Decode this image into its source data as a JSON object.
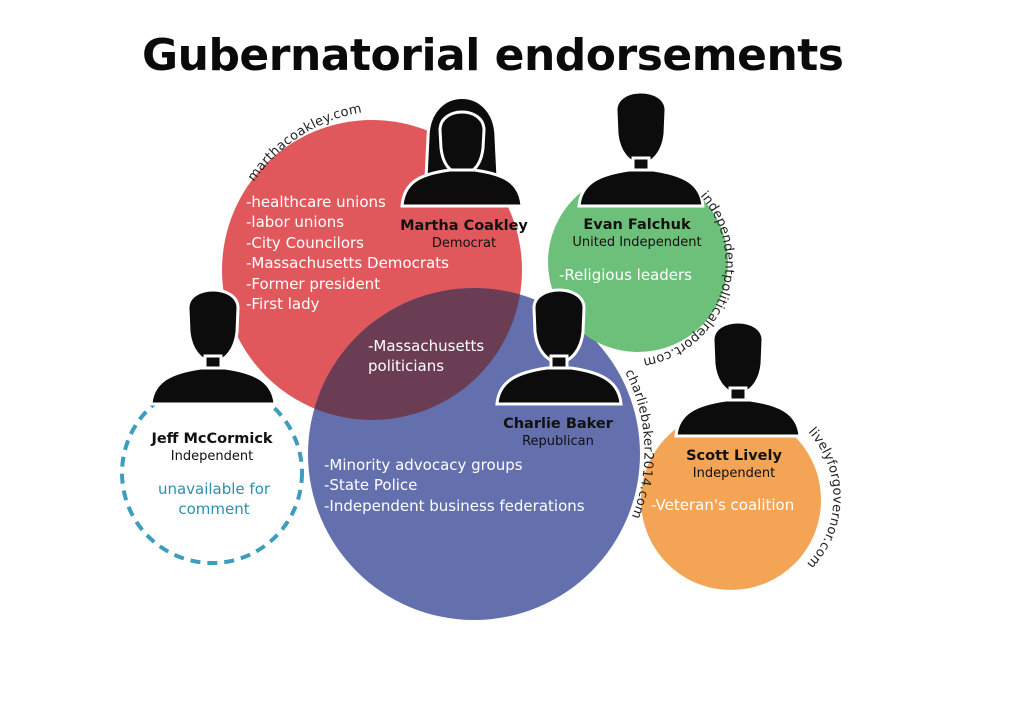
{
  "title": "Gubernatorial endorsements",
  "colors": {
    "democrat": "#e0585c",
    "republican": "#6370ad",
    "overlap": "#6b3d55",
    "united_independent": "#6dc07a",
    "independent_lively": "#f3a455",
    "unavailable": "#3d9dbe"
  },
  "candidates": {
    "coakley": {
      "name": "Martha Coakley",
      "party": "Democrat",
      "website": "marthacoakley.com",
      "endorsements": [
        "-healthcare unions",
        "-labor unions",
        "-City Councilors",
        "-Massachusetts Democrats",
        "-Former president",
        "-First lady"
      ]
    },
    "baker": {
      "name": "Charlie Baker",
      "party": "Republican",
      "website": "charliebaker2014.com",
      "endorsements": [
        "-Minority advocacy groups",
        "-State Police",
        "-Independent business federations"
      ]
    },
    "shared": {
      "endorsements": [
        "-Massachusetts",
        "politicians"
      ]
    },
    "falchuk": {
      "name": "Evan Falchuk",
      "party": "United Independent",
      "website": "independentpoliticalreport.com",
      "endorsements": [
        "-Religious leaders"
      ]
    },
    "lively": {
      "name": "Scott Lively",
      "party": "Independent",
      "website": "livelyforgovernor.com",
      "endorsements": [
        "-Veteran's coalition"
      ]
    },
    "mccormick": {
      "name": "Jeff McCormick",
      "party": "Independent",
      "status": [
        "unavailable for",
        "comment"
      ]
    }
  }
}
